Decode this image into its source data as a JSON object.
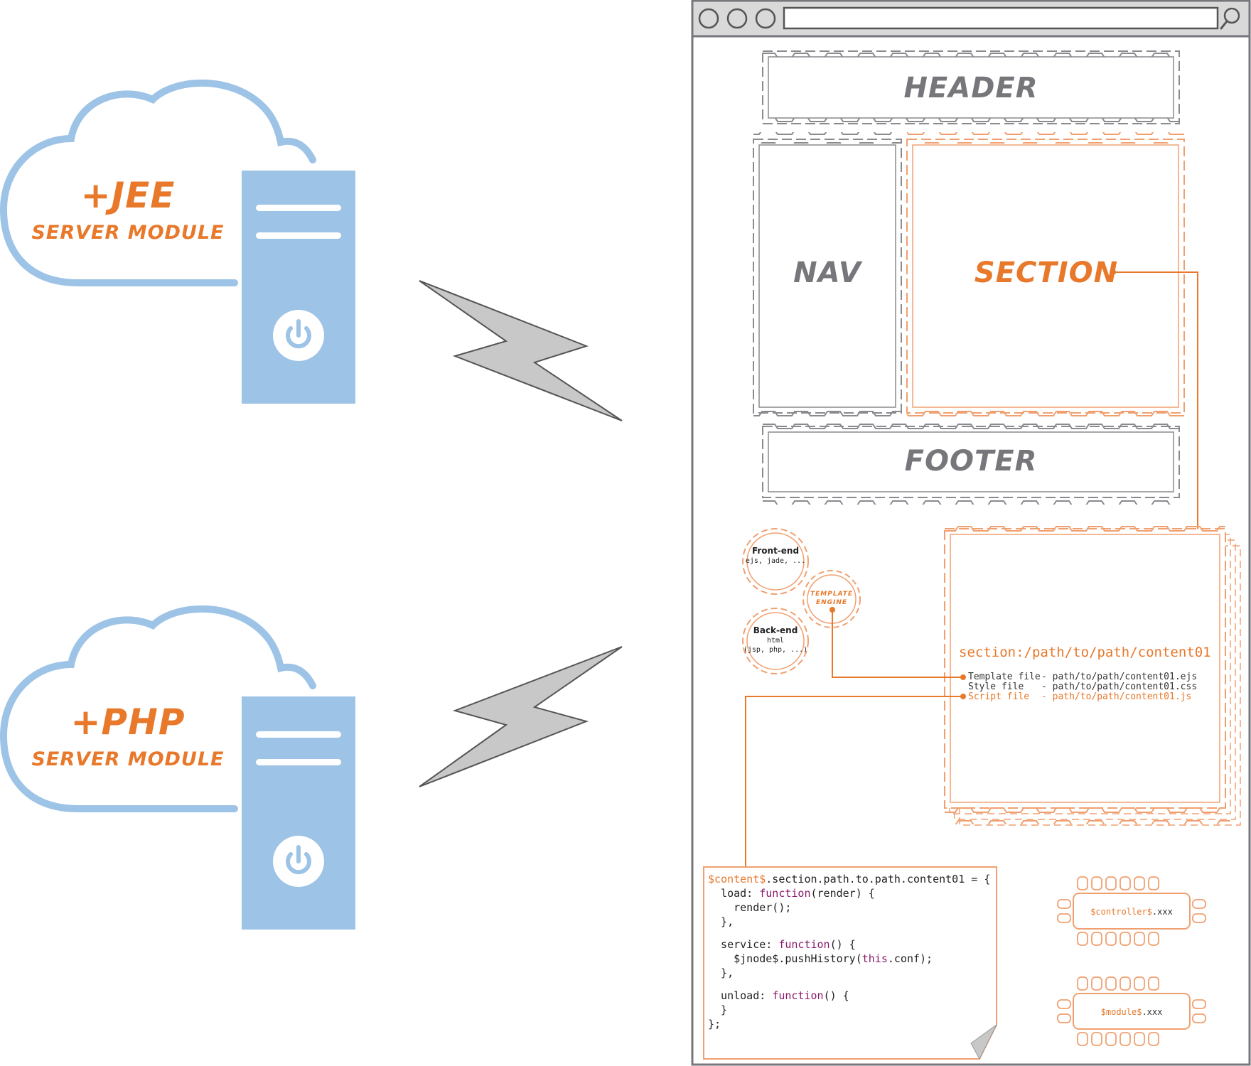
{
  "servers": [
    {
      "plus": "+JEE",
      "module": "SERVER MODULE"
    },
    {
      "plus": "+PHP",
      "module": "SERVER MODULE"
    }
  ],
  "colors": {
    "orange": "#e8782a",
    "cloud_blue": "#9dc3e6",
    "gray": "#77767b",
    "bolt_fill": "#c8c8c8"
  },
  "icons": [
    "cloud-icon",
    "server-tower-icon",
    "power-icon",
    "lightning-bolt-icon",
    "magnifier-icon",
    "gear-icon",
    "chip-icon"
  ],
  "browser": {
    "layout_blocks": {
      "header": "HEADER",
      "nav": "NAV",
      "section": "SECTION",
      "footer": "FOOTER"
    }
  },
  "gears": {
    "frontend": {
      "title": "Front-end",
      "sub": "ejs, jade, ..."
    },
    "backend": {
      "title": "Back-end",
      "sub1": "html",
      "sub2": "(jsp, php, ...)"
    },
    "engine": {
      "line1": "TEMPLATE",
      "line2": "ENGINE"
    }
  },
  "content_panel": {
    "title": "section:/path/to/path/content01",
    "files": [
      {
        "label": "Template file",
        "path": "- path/to/path/content01.ejs"
      },
      {
        "label": "Style file",
        "path": "- path/to/path/content01.css"
      },
      {
        "label": "Script file",
        "path": "- path/to/path/content01.js"
      }
    ]
  },
  "code": {
    "l1_prefix": "$content$",
    "l1_rest": ".section.path.to.path.content01 = {",
    "l2_a": "  load: ",
    "l2_kw": "function",
    "l2_b": "(render) {",
    "l3": "    render();",
    "l4": "  },",
    "l5_a": "  service: ",
    "l5_kw": "function",
    "l5_b": "() {",
    "l6_a": "    $jnode$.pushHistory(",
    "l6_kw": "this",
    "l6_b": ".conf);",
    "l7": "  },",
    "l8_a": "  unload: ",
    "l8_kw": "function",
    "l8_b": "() {",
    "l9": "  }",
    "l10": "};"
  },
  "chips": [
    {
      "prefix": "$controller$",
      "suffix": ".xxx"
    },
    {
      "prefix": "$module$",
      "suffix": ".xxx"
    }
  ]
}
